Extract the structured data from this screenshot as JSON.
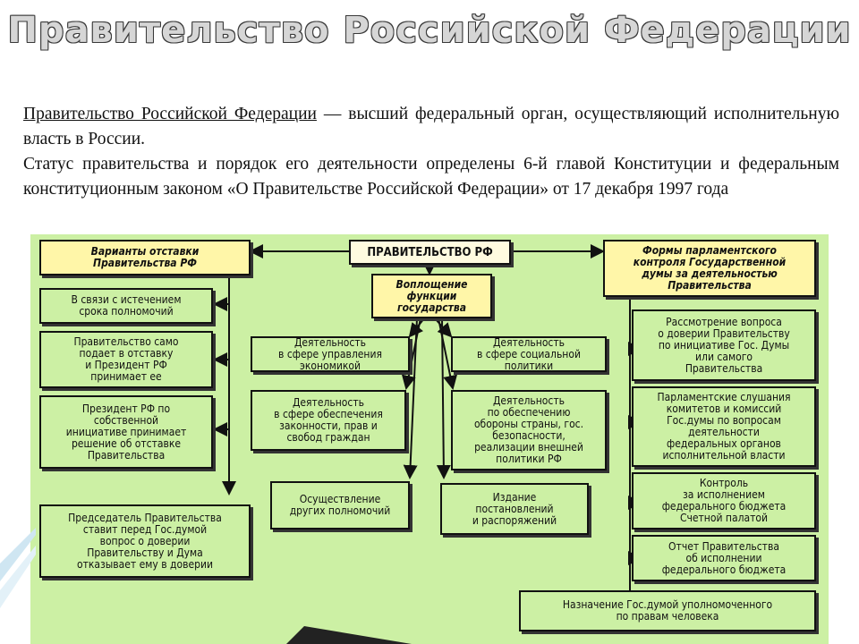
{
  "slide": {
    "title": "Правительство Российской Федерации",
    "definition_term": "Правительство Российской Федерации",
    "definition_rest": " — высший федеральный орган, осуществляющий исполнительную власть в России.",
    "status_text": "Статус правительства и порядок его деятельности определены 6-й главой Конституции и федеральным конституционным законом «О Правительстве Российской Федерации» от 17 декабря 1997 года"
  },
  "diagram": {
    "center": "ПРАВИТЕЛЬСТВО РФ",
    "functions": "Воплощение\nфункции\nгосударства",
    "left_header": "Варианты отставки\nПравительства РФ",
    "left_items": [
      "В связи с истечением\nсрока полномочий",
      "Правительство само\nподает в отставку\nи Президент РФ\nпринимает ее",
      "Президент РФ по\nсобственной\nинициативе принимает\nрешение об отставке\nПравительства",
      "Председатель Правительства\nставит перед Гос.думой\nвопрос о доверии\nПравительству и Дума\nотказывает ему в доверии"
    ],
    "mid_left": [
      "Деятельность\nв сфере управления\nэкономикой",
      "Деятельность\nв сфере обеспечения\nзаконности, прав и\nсвобод граждан",
      "Осуществление\nдругих полномочий"
    ],
    "mid_right": [
      "Деятельность\nв сфере социальной\nполитики",
      "Деятельность\nпо обеспечению\nобороны страны, гос.\nбезопасности,\nреализации внешней\nполитики РФ",
      "Издание\nпостановлений\nи распоряжений"
    ],
    "right_header": "Формы парламентского\nконтроля Государственной\nдумы за деятельностью\nПравительства",
    "right_items": [
      "Рассмотрение вопроса\nо доверии Правительству\nпо инициативе Гос. Думы\nили самого\nПравительства",
      "Парламентские слушания\nкомитетов и комиссий\nГос.думы по вопросам\nдеятельности\nфедеральных органов\nисполнительной власти",
      "Контроль\nза исполнением\nфедерального бюджета\nСчетной палатой",
      "Отчет Правительства\nоб исполнении\nфедерального бюджета",
      "Назначение Гос.думой уполномоченного\nпо правам человека"
    ]
  }
}
